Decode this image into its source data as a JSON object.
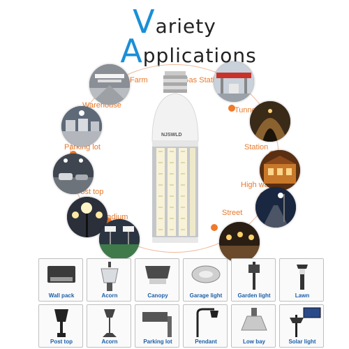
{
  "heading": {
    "line1_cap": "V",
    "line1_rest": "ariety",
    "line2_cap": "A",
    "line2_rest": "pplications"
  },
  "bulb": {
    "brand": "NJSWLD"
  },
  "applications": {
    "farm": "Farm",
    "warehouse": "Warehouse",
    "parking_lot": "Parking lot",
    "post_top": "Post top",
    "stadium": "Stadium",
    "gas_station": "Gas Station",
    "tunnel": "Tunnel",
    "station": "Station",
    "high_way": "High way",
    "street": "Street"
  },
  "products": [
    {
      "label": "Wall pack",
      "icon": "wall-pack-icon"
    },
    {
      "label": "Acorn",
      "icon": "acorn-icon"
    },
    {
      "label": "Canopy",
      "icon": "canopy-icon"
    },
    {
      "label": "Garage light",
      "icon": "garage-light-icon"
    },
    {
      "label": "Garden  light",
      "icon": "garden-light-icon"
    },
    {
      "label": "Lawn",
      "icon": "lawn-icon"
    },
    {
      "label": "Post top",
      "icon": "post-top-icon"
    },
    {
      "label": "Acorn",
      "icon": "acorn-pole-icon"
    },
    {
      "label": "Parking lot",
      "icon": "parking-lot-icon"
    },
    {
      "label": "Pendant",
      "icon": "pendant-icon"
    },
    {
      "label": "Low bay",
      "icon": "low-bay-icon"
    },
    {
      "label": "Solar light",
      "icon": "solar-light-icon"
    }
  ],
  "colors": {
    "accent": "#1a8fd6",
    "label": "#e87a2c",
    "dot": "#f07a2a",
    "product_label": "#1b5fa8"
  }
}
